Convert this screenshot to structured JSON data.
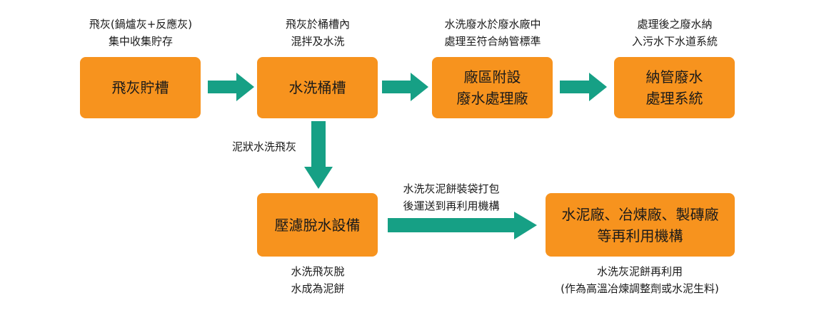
{
  "colors": {
    "box": "#f7931e",
    "arrow": "#16a085",
    "text": "#1a1a1a"
  },
  "boxes": {
    "fly_ash_storage": {
      "lines": [
        "飛灰貯槽"
      ]
    },
    "washing_tank": {
      "lines": [
        "水洗桶槽"
      ]
    },
    "wastewater_plant": {
      "lines": [
        "廠區附設",
        "廢水處理廠"
      ]
    },
    "sewer_system": {
      "lines": [
        "納管廢水",
        "處理系統"
      ]
    },
    "filter_press": {
      "lines": [
        "壓濾脫水設備"
      ]
    },
    "reuse_plants": {
      "lines": [
        "水泥廠、冶煉廠、製磚廠",
        "等再利用機構"
      ]
    }
  },
  "labels": {
    "above_storage": [
      "飛灰(鍋爐灰+反應灰)",
      "集中收集貯存"
    ],
    "above_tank": [
      "飛灰於桶槽內",
      "混拌及水洗"
    ],
    "above_wastewater": [
      "水洗廢水於廢水廠中",
      "處理至符合納管標準"
    ],
    "above_sewer": [
      "處理後之廢水納",
      "入污水下水道系統"
    ],
    "down_arrow": [
      "泥狀水洗飛灰"
    ],
    "long_arrow": [
      "水洗灰泥餅裝袋打包",
      "後運送到再利用機構"
    ],
    "below_filter": [
      "水洗飛灰脫",
      "水成為泥餅"
    ],
    "below_reuse": [
      "水洗灰泥餅再利用",
      "(作為高溫冶煉調整劑或水泥生料)"
    ]
  }
}
